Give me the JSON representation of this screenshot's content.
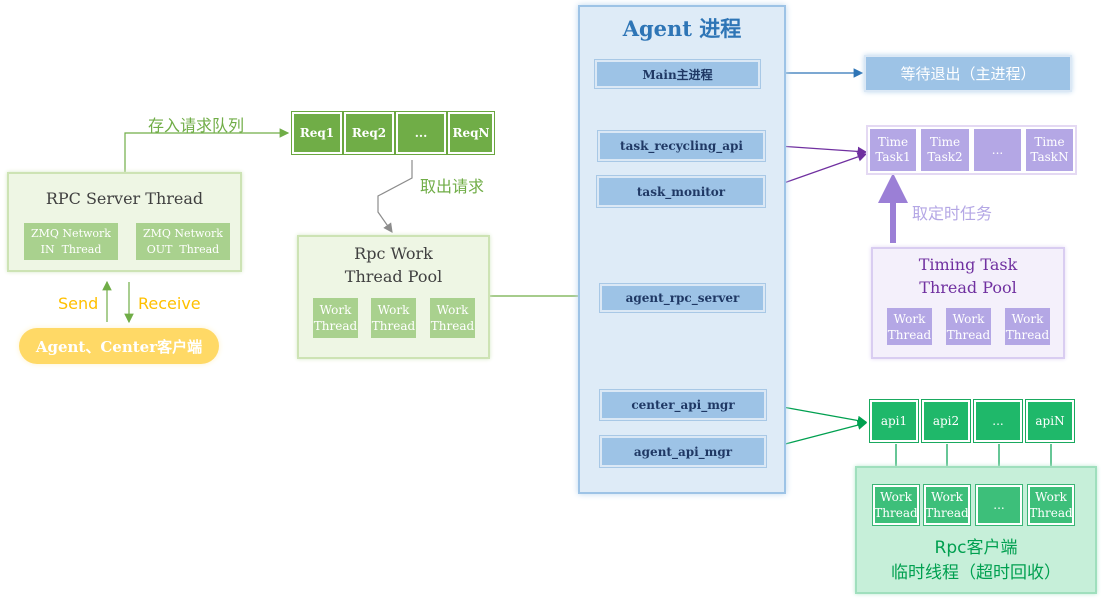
{
  "rpc_server": {
    "title": "RPC Server Thread",
    "zmq_in": [
      "ZMQ Network",
      "IN  Thread"
    ],
    "zmq_out": [
      "ZMQ Network",
      "OUT  Thread"
    ]
  },
  "enqueue_label": "存入请求队列",
  "dequeue_label": "取出请求",
  "requests": [
    "Req1",
    "Req2",
    "...",
    "ReqN"
  ],
  "rpc_work_pool": {
    "title": [
      "Rpc Work",
      "Thread Pool"
    ],
    "worker": [
      "Work",
      "Thread"
    ]
  },
  "send_label": "Send",
  "receive_label": "Receive",
  "client_label": "Agent、Center客户端",
  "agent": {
    "title": "Agent 进程",
    "main": "Main主进程",
    "task_recycling_api": "task_recycling_api",
    "task_monitor": "task_monitor",
    "agent_rpc_server": "agent_rpc_server",
    "center_api_mgr": "center_api_mgr",
    "agent_api_mgr": "agent_api_mgr"
  },
  "wait_exit": "等待退出（主进程）",
  "time_tasks": [
    [
      "Time",
      "Task1"
    ],
    [
      "Time",
      "Task2"
    ],
    [
      "..."
    ],
    [
      "Time",
      "TaskN"
    ]
  ],
  "fetch_timer_label": "取定时任务",
  "timing_pool": {
    "title": [
      "Timing Task",
      "Thread Pool"
    ],
    "worker": [
      "Work",
      "Thread"
    ]
  },
  "apis": [
    "api1",
    "api2",
    "...",
    "apiN"
  ],
  "rpc_client": {
    "workers": [
      [
        "Work",
        "Thread"
      ],
      [
        "Work",
        "Thread"
      ],
      [
        "..."
      ],
      [
        "Work",
        "Thread"
      ]
    ],
    "title": [
      "Rpc客户端",
      "临时线程（超时回收）"
    ]
  },
  "colors": {
    "green": "#70ad47",
    "light_green": "#a9d18e",
    "label_green": "#70ad47",
    "yellow": "#ffc000",
    "agent_blue": "#2e75b6",
    "box_blue": "#9dc3e6",
    "purple": "#b4a7e5",
    "purple_arrow": "#7030a0",
    "api_green": "#1fb86a"
  }
}
